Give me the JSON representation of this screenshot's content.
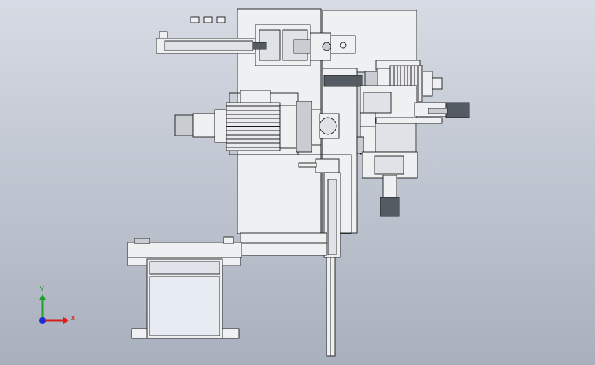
{
  "viewport": {
    "background_top": "#d6dbe4",
    "background_bottom": "#a9b0bd",
    "part_fill": "#eef0f2",
    "part_fill_dark": "#c9ccd1",
    "edge_color": "#1a1a1a",
    "accent_dark": "#555b63"
  },
  "triad": {
    "x_label": "X",
    "y_label": "Y",
    "x_color": "#d4211b",
    "y_color": "#1f9c2e",
    "z_color": "#1b2ed4"
  },
  "components": [
    {
      "id": "back-panel",
      "icon": "mounting-plate"
    },
    {
      "id": "top-slide-arm",
      "icon": "linear-slide"
    },
    {
      "id": "left-spindle-motor",
      "icon": "motor"
    },
    {
      "id": "right-spindle-motor",
      "icon": "motor"
    },
    {
      "id": "servo-cylinder",
      "icon": "cylinder"
    },
    {
      "id": "vertical-guide-rail",
      "icon": "rail"
    },
    {
      "id": "bottom-conveyor",
      "icon": "conveyor"
    },
    {
      "id": "material-bin",
      "icon": "bin"
    }
  ]
}
